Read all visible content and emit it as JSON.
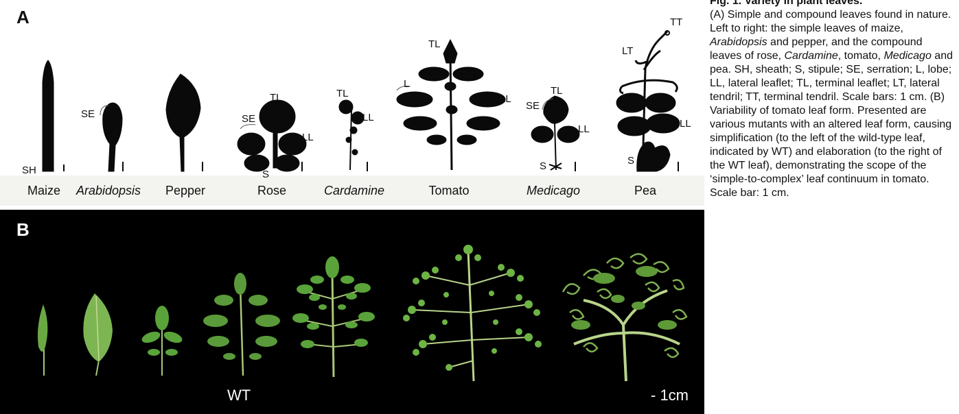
{
  "panel_a": {
    "letter": "A",
    "leaves": [
      {
        "label": "Maize",
        "italic": false
      },
      {
        "label": "Arabidopsis",
        "italic": true
      },
      {
        "label": "Pepper",
        "italic": false
      },
      {
        "label": "Rose",
        "italic": false
      },
      {
        "label": "Cardamine",
        "italic": true
      },
      {
        "label": "Tomato",
        "italic": false
      },
      {
        "label": "Medicago",
        "italic": true
      },
      {
        "label": "Pea",
        "italic": false
      }
    ],
    "annotations": {
      "sh": "SH",
      "se": "SE",
      "tl": "TL",
      "ll": "LL",
      "s": "S",
      "l": "L",
      "lt": "LT",
      "tt": "TT"
    }
  },
  "panel_b": {
    "letter": "B",
    "wt_label": "WT",
    "scale_label": "- 1cm"
  },
  "caption": {
    "title": "Fig. 1. Variety in plant leaves.",
    "body_1": "(A) Simple and compound leaves found in nature. Left to right: the simple leaves of maize, ",
    "italic_1": "Arabidopsis",
    "body_2": " and pepper, and the compound leaves of rose, ",
    "italic_2": "Cardamine",
    "body_3": ", tomato, ",
    "italic_3": "Medicago",
    "body_4": " and pea. SH, sheath; S, stipule; SE, serration; L, lobe; LL, lateral leaflet; TL, terminal leaflet; LT, lateral tendril; TT, terminal tendril. Scale bars: 1 cm. (B) Variability of tomato leaf form. Presented are various mutants with an altered leaf form, causing simplification (to the left of the wild-type leaf, indicated by WT) and elaboration (to the right of the WT leaf), demonstrating the scope of the ‘simple-to-complex’ leaf continuum in tomato. Scale bar: 1 cm."
  },
  "colors": {
    "silhouette": "#0a0a0a",
    "leaf_green": "#5a9a3a",
    "leaf_light": "#8cc05a",
    "leaf_dark": "#3d7a25",
    "stem": "#a8c878"
  }
}
